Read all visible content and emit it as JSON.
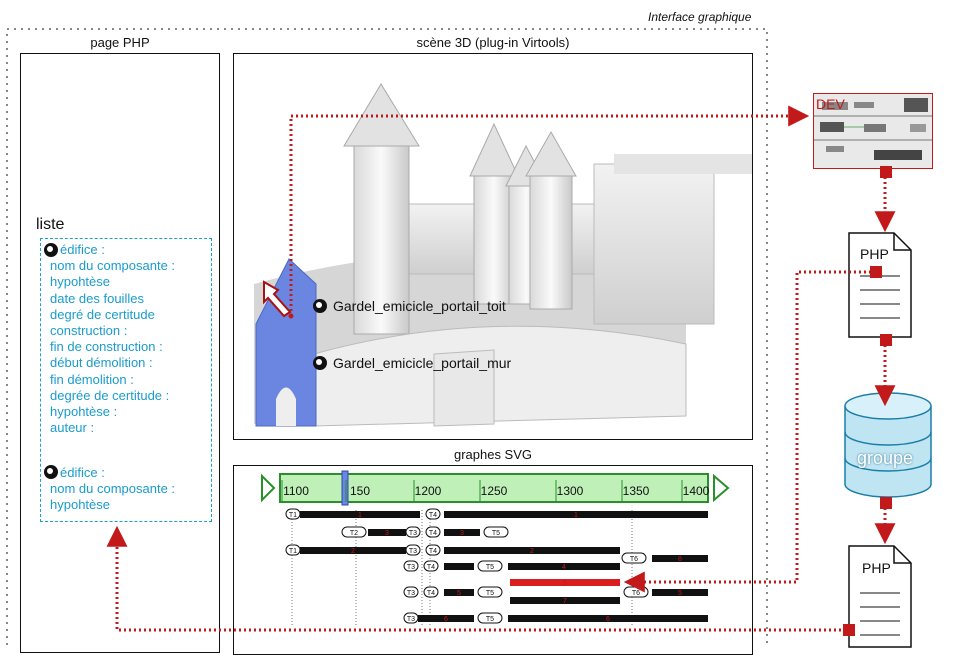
{
  "interface_label": "Interface graphique",
  "php_page": {
    "title": "page PHP",
    "liste_title": "liste",
    "group1": [
      "édifice :",
      "nom du composante :",
      "hypohtèse",
      "date des fouilles",
      "degré de certitude",
      "construction :",
      "fin de construction :",
      "début démolition :",
      "fin démolition :",
      "degrée de certitude :",
      "hypohtèse :",
      "auteur :"
    ],
    "group2": [
      "édifice :",
      "nom du composante :",
      "hypohtèse"
    ]
  },
  "scene": {
    "title": "scène 3D (plug-in Virtools)",
    "label_roof": "Gardel_emicicle_portail_toit",
    "label_wall": "Gardel_emicicle_portail_mur"
  },
  "graphs": {
    "title": "graphes SVG",
    "axis_ticks": [
      "1100",
      "150",
      "1200",
      "1250",
      "1300",
      "1350",
      "1400"
    ],
    "timeline_rows": [
      {
        "tags": [
          "T1",
          "T4"
        ],
        "labels": [
          "1",
          "1"
        ]
      },
      {
        "tags": [
          "T2",
          "T3",
          "T4",
          "T5"
        ],
        "labels": [
          "3",
          "3"
        ]
      },
      {
        "tags": [
          "T1",
          "T3",
          "T4",
          "T6"
        ],
        "labels": [
          "2",
          "2",
          "8"
        ]
      },
      {
        "tags": [
          "T3",
          "T4",
          "T5"
        ],
        "labels": [
          "4",
          "4"
        ]
      },
      {
        "tags": [
          "T3",
          "T4",
          "T5",
          "T6"
        ],
        "labels": [
          "5",
          "5",
          "7",
          "5"
        ]
      },
      {
        "tags": [
          "T3",
          "T5"
        ],
        "labels": [
          "6",
          "6"
        ]
      }
    ]
  },
  "right_column": {
    "dev_label": "DEV",
    "php_label_1": "PHP",
    "db_label": "groupe",
    "php_label_2": "PHP"
  },
  "colors": {
    "accent_red": "#c21a1a",
    "list_blue": "#1a9ccb",
    "timeline_green": "#2a8f2a",
    "highlight_blue": "#6a86e0"
  }
}
